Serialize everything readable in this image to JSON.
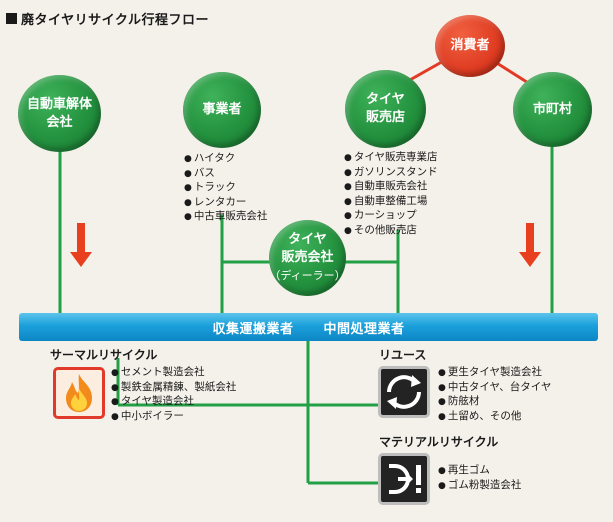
{
  "title": "廃タイヤリサイクル行程フロー",
  "nodes": {
    "consumer": "消費者",
    "dismantler": [
      "自動車解体",
      "会社"
    ],
    "business": "事業者",
    "tire_shop": [
      "タイヤ",
      "販売店"
    ],
    "city": "市町村",
    "dealer": [
      "タイヤ",
      "販売会社",
      "（ディーラー）"
    ]
  },
  "lists": {
    "business": [
      "ハイタク",
      "バス",
      "トラック",
      "レンタカー",
      "中古車販売会社"
    ],
    "tire_shop": [
      "タイヤ販売専業店",
      "ガソリンスタンド",
      "自動車販売会社",
      "自動車整備工場",
      "カーショップ",
      "その他販売店"
    ],
    "thermal": [
      "セメント製造会社",
      "製鉄金属精錬、製紙会社",
      "タイヤ製造会社",
      "中小ボイラー"
    ],
    "reuse": [
      "更生タイヤ製造会社",
      "中古タイヤ、台タイヤ",
      "防舷材",
      "土留め、その他"
    ],
    "material": [
      "再生ゴム",
      "ゴム粉製造会社"
    ]
  },
  "belt": {
    "left": "収集運搬業者",
    "right": "中間処理業者"
  },
  "categories": {
    "thermal": "サーマルリサイクル",
    "reuse": "リユース",
    "material": "マテリアルリサイクル"
  },
  "icons": {
    "thermal": "flame-icon",
    "reuse": "circular-arrows-icon",
    "material": "arrow-exclamation-icon"
  },
  "colors": {
    "node_green": "#23913e",
    "node_red": "#df3c22",
    "line_green": "#22a045",
    "line_red": "#e23a24",
    "belt_blue": "#1ba0db",
    "arrow_red": "#e8401f"
  }
}
